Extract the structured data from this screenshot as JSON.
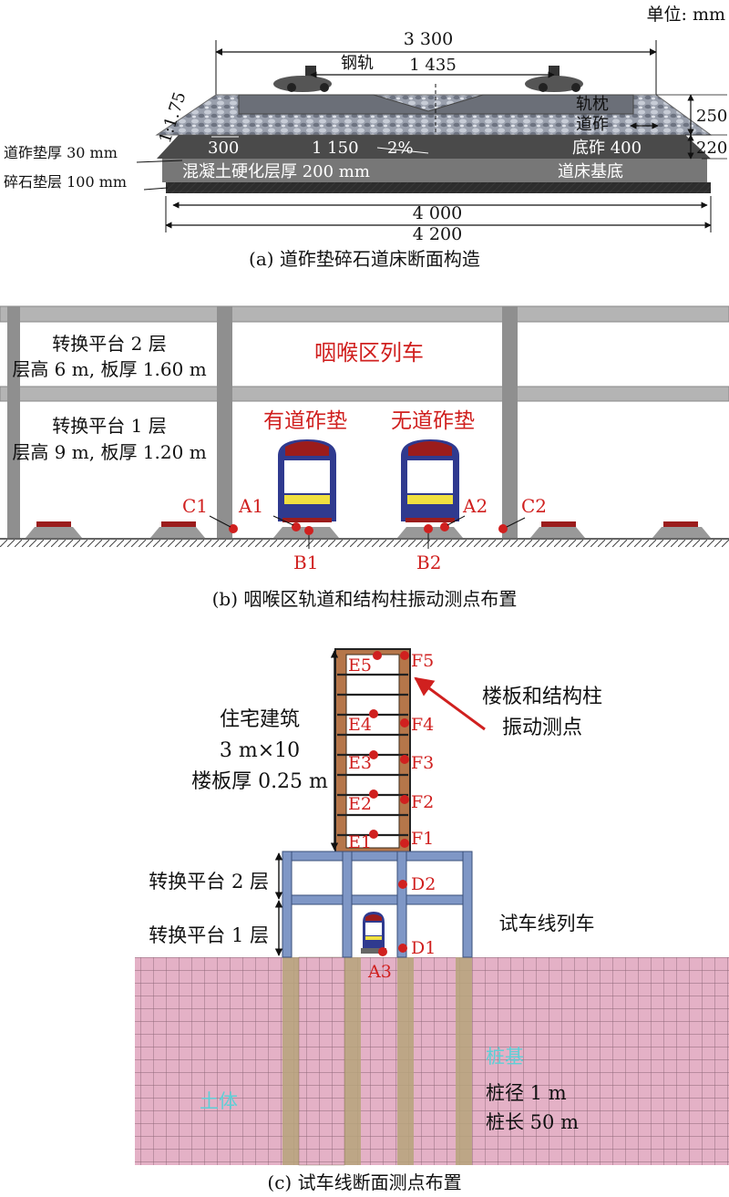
{
  "panel_a": {
    "unit": "单位: mm",
    "dims": {
      "d3300": "3 300",
      "d1435": "1 435",
      "d300": "300",
      "d1150": "1 150",
      "pct": "2%",
      "d400": "底砟 400",
      "d250": "250",
      "d220": "220",
      "d4000": "4 000",
      "d4200": "4 200"
    },
    "slope": "1:1.75",
    "labels": {
      "rail": "钢轨",
      "sleeper": "轨枕",
      "ballast": "道砟",
      "pad": "道砟垫厚 30 mm",
      "gravel": "碎石垫层 100 mm",
      "concrete": "混凝土硬化层厚 200 mm",
      "bed_base": "道床基底"
    },
    "caption": "(a) 道砟垫碎石道床断面构造"
  },
  "panel_b": {
    "floor2": [
      "转换平台 2 层",
      "层高 6 m, 板厚 1.60 m"
    ],
    "floor1": [
      "转换平台 1 层",
      "层高 9 m, 板厚 1.20 m"
    ],
    "throat_train": "咽喉区列车",
    "with_pad": "有道砟垫",
    "without_pad": "无道砟垫",
    "points": {
      "C1": "C1",
      "A1": "A1",
      "B1": "B1",
      "A2": "A2",
      "B2": "B2",
      "C2": "C2"
    },
    "caption": "(b) 咽喉区轨道和结构柱振动测点布置"
  },
  "panel_c": {
    "building": [
      "住宅建筑",
      "3 m×10",
      "楼板厚 0.25 m"
    ],
    "slab_label": [
      "楼板和结构柱",
      "振动测点"
    ],
    "platform2": "转换平台 2 层",
    "platform1": "转换平台 1 层",
    "test_train": "试车线列车",
    "soil": "土体",
    "pile": [
      "桩基",
      "桩径 1 m",
      "桩长 50 m"
    ],
    "points": {
      "E5": "E5",
      "F5": "F5",
      "E4": "E4",
      "F4": "F4",
      "E3": "E3",
      "F3": "F3",
      "E2": "E2",
      "F2": "F2",
      "E1": "E1",
      "F1": "F1",
      "D2": "D2",
      "D1": "D1",
      "A3": "A3"
    },
    "caption": "(c) 试车线断面测点布置"
  },
  "colors": {
    "red": "#d0201f",
    "column": "#8f8f8f",
    "slab": "#b4b4b4",
    "soil": "#e3aec3",
    "pile": "#b6a57a",
    "building": "#b5764a",
    "platform": "#7f97c6"
  }
}
